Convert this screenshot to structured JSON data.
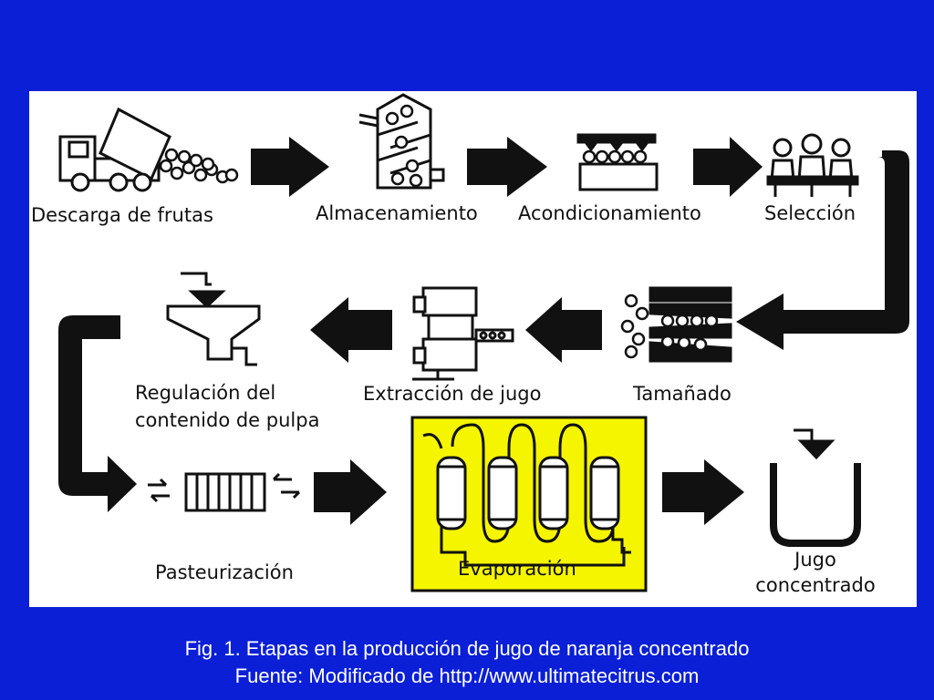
{
  "steps": {
    "descarga": "Descarga de frutas",
    "almacenamiento": "Almacenamiento",
    "acondicionamiento": "Acondicionamiento",
    "seleccion": "Selección",
    "tamanado": "Tamañado",
    "extraccion": "Extracción de jugo",
    "regulacion_l1": "Regulación del",
    "regulacion_l2": "contenido de pulpa",
    "pasteurizacion": "Pasteurización",
    "evaporacion": "Evaporación",
    "jugo_l1": "Jugo",
    "jugo_l2": "concentrado"
  },
  "colors": {
    "background": "#0A1FD6",
    "panel": "#FFFFFF",
    "highlight": "#F5F500",
    "ink": "#111111"
  },
  "caption": {
    "line1": "Fig. 1. Etapas en la producción de jugo de naranja concentrado",
    "line2": "Fuente: Modificado de http://www.ultimatecitrus.com"
  }
}
